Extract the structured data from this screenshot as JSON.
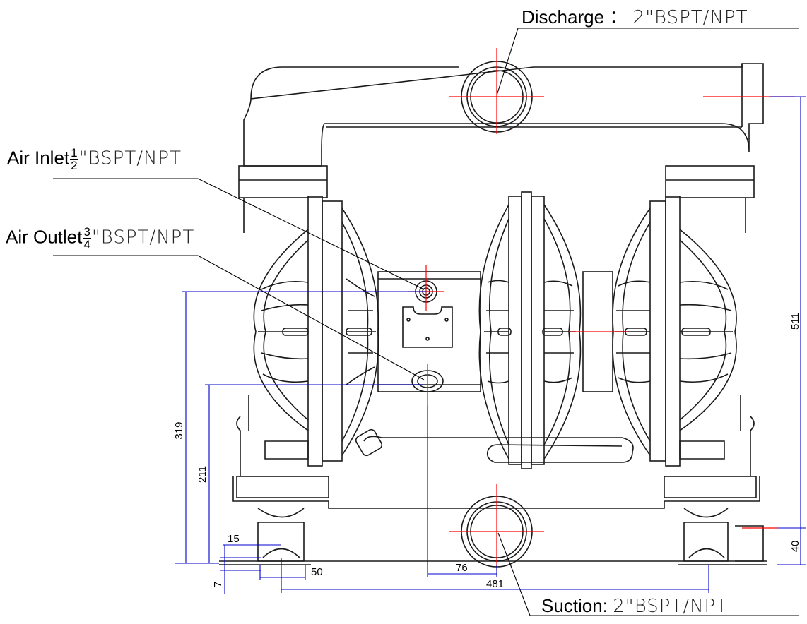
{
  "callouts": {
    "discharge": {
      "name": "Discharge",
      "sep": "：",
      "spec": "2\"BSPT/NPT"
    },
    "air_inlet": {
      "name": "Air Inlet",
      "num": "1",
      "den": "2",
      "spec": "\"BSPT/NPT"
    },
    "air_outlet": {
      "name": "Air Outlet",
      "num": "3",
      "den": "4",
      "spec": "\"BSPT/NPT"
    },
    "suction": {
      "name": "Suction:",
      "spec": "2\"BSPT/NPT"
    }
  },
  "dimensions": {
    "overall_height": "511",
    "air_inlet_height": "319",
    "air_outlet_height": "211",
    "foot_height": "40",
    "foot_offset": "15",
    "foot_thickness": "7",
    "foot_width": "50",
    "center_offset": "76",
    "mount_spacing": "481"
  },
  "colors": {
    "outline": "#1a1a1a",
    "dimension": "#0000cc",
    "centerline": "#ff0000"
  }
}
